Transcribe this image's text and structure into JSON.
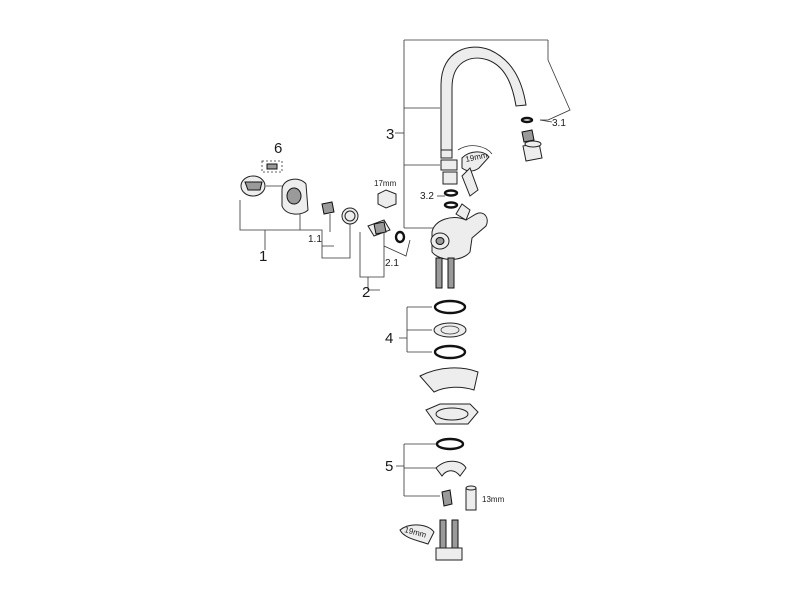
{
  "diagram": {
    "callouts": {
      "c1": "1",
      "c1_1": "1.1",
      "c2": "2",
      "c2_1": "2.1",
      "c3": "3",
      "c3_1": "3.1",
      "c3_2": "3.2",
      "c4": "4",
      "c5": "5",
      "c6": "6"
    },
    "tool_labels": {
      "wrench_top": "19mm",
      "hex_17": "17mm",
      "hex_13": "13mm",
      "wrench_bottom": "19mm"
    }
  }
}
